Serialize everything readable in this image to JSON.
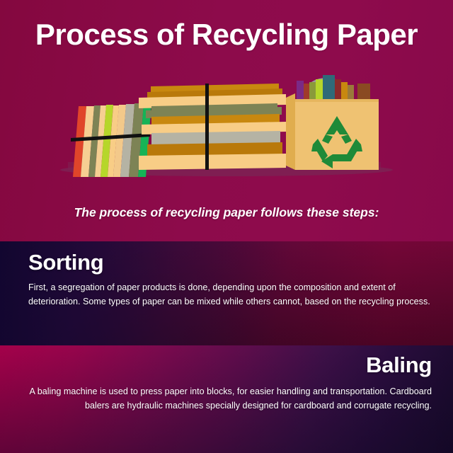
{
  "poster": {
    "title": "Process of Recycling Paper",
    "subtitle": "The process of recycling paper follows these steps:",
    "colors": {
      "background_maroon": "#8d0b4b",
      "background_crimson": "#a4014a",
      "background_purple": "#3c1040",
      "background_navy": "#190a2c",
      "text_white": "#ffffff",
      "bag_tan": "#efc272",
      "bag_side": "#e0ad4e",
      "recycle_green": "#1f8a38",
      "handle_gray": "#9a9a9a",
      "strap_black": "#111111",
      "paper_cream": "#f8cd86",
      "paper_gold": "#c8880f",
      "paper_amber": "#b9790a",
      "paper_olive": "#7d8355",
      "paper_gray": "#b5b3a4",
      "book_green": "#16b356",
      "book_red": "#e0452a",
      "shadow": "#7a2050"
    }
  },
  "illustration": {
    "name": "recycling-paper-illustration",
    "elements": [
      "leaning-books-stack",
      "flat-paper-stack",
      "paper-shopping-bag",
      "recycle-symbol",
      "binding-straps"
    ]
  },
  "steps": [
    {
      "heading": "Sorting",
      "body": "First, a segregation of paper products is done, depending upon the composition and extent of deterioration. Some types of paper can be mixed while others cannot, based on the recycling process.",
      "align": "left"
    },
    {
      "heading": "Baling",
      "body": "A baling machine is used to press paper into blocks, for easier handling and transportation. Cardboard balers are hydraulic machines specially designed for cardboard and corrugate recycling.",
      "align": "right"
    }
  ]
}
